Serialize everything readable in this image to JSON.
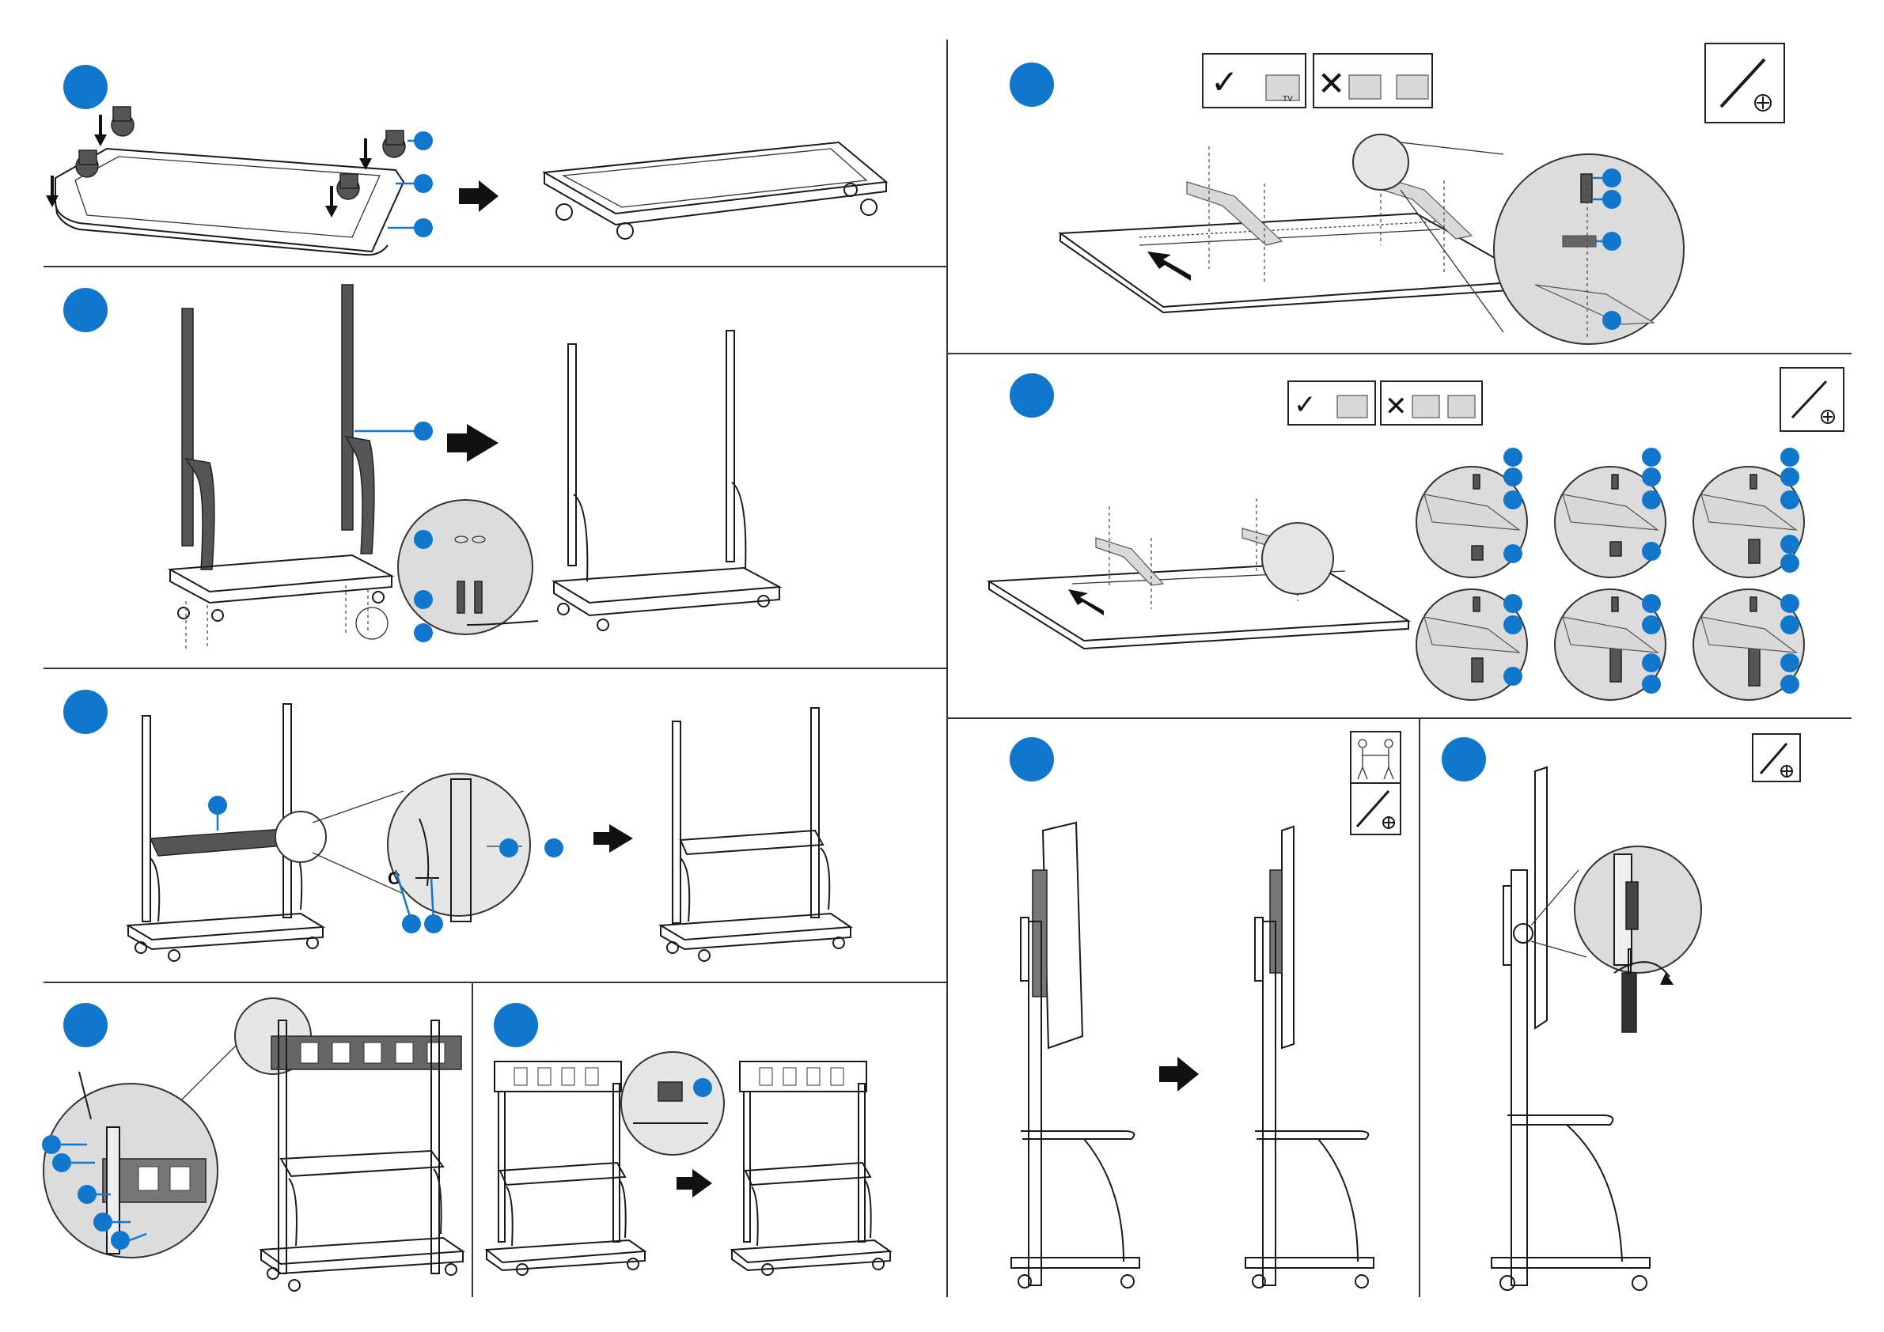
{
  "page": {
    "title": ""
  },
  "steps": [
    {
      "id": 1,
      "label": ""
    },
    {
      "id": 2,
      "label": ""
    },
    {
      "id": 3,
      "label": ""
    },
    {
      "id": 4,
      "label": ""
    },
    {
      "id": 5,
      "label": ""
    },
    {
      "id": 6,
      "label": ""
    },
    {
      "id": 7,
      "label": ""
    },
    {
      "id": 8,
      "label": ""
    },
    {
      "id": 9,
      "label": ""
    }
  ],
  "labels": {
    "tv": "TV",
    "check": "✓",
    "cross": "✕",
    "clip_c": "C"
  },
  "icons": {
    "screwdriver": "screwdriver-icon",
    "two_person": "two-person-lift-icon",
    "right_arrow": "right-arrow-icon",
    "check": "check-icon",
    "cross": "cross-icon"
  },
  "colors": {
    "callout": "#1177cc",
    "line": "#1a1a1a",
    "fill": "#dcdcdc"
  }
}
